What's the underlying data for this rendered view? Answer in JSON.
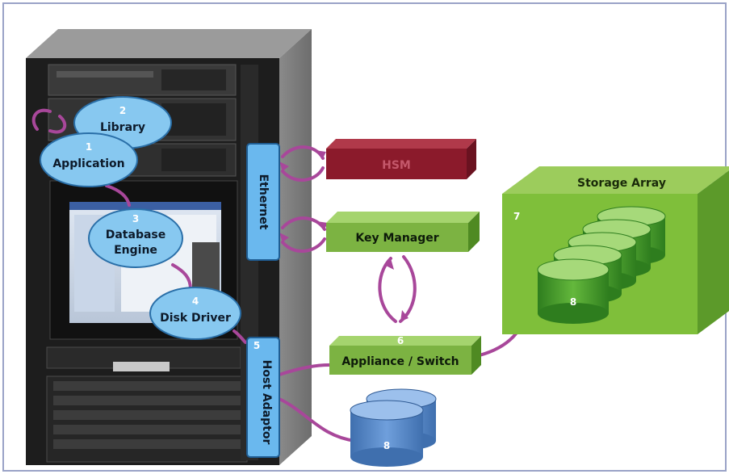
{
  "rack": {
    "ethernet_label": "Ethernet",
    "host_adaptor_label": "Host Adaptor",
    "host_adaptor_number": "5"
  },
  "components": {
    "library": {
      "number": "2",
      "label": "Library"
    },
    "application": {
      "number": "1",
      "label": "Application"
    },
    "database_engine": {
      "number": "3",
      "line1": "Database",
      "line2": "Engine"
    },
    "disk_driver": {
      "number": "4",
      "label": "Disk Driver"
    }
  },
  "hsm": {
    "label": "HSM"
  },
  "key_manager": {
    "label": "Key Manager"
  },
  "appliance": {
    "number": "6",
    "label": "Appliance / Switch"
  },
  "storage_array": {
    "title": "Storage Array",
    "number": "7",
    "disk_number": "8"
  },
  "local_disk": {
    "number": "8"
  },
  "colors": {
    "oval_fill": "#87c8f0",
    "oval_stroke": "#2a6fa8",
    "connector": "#a8479a",
    "hsm": "#8b1a2b",
    "green_box": "#7cb342",
    "storage": "#76b82a",
    "disk_blue": "#5b8fcf"
  }
}
